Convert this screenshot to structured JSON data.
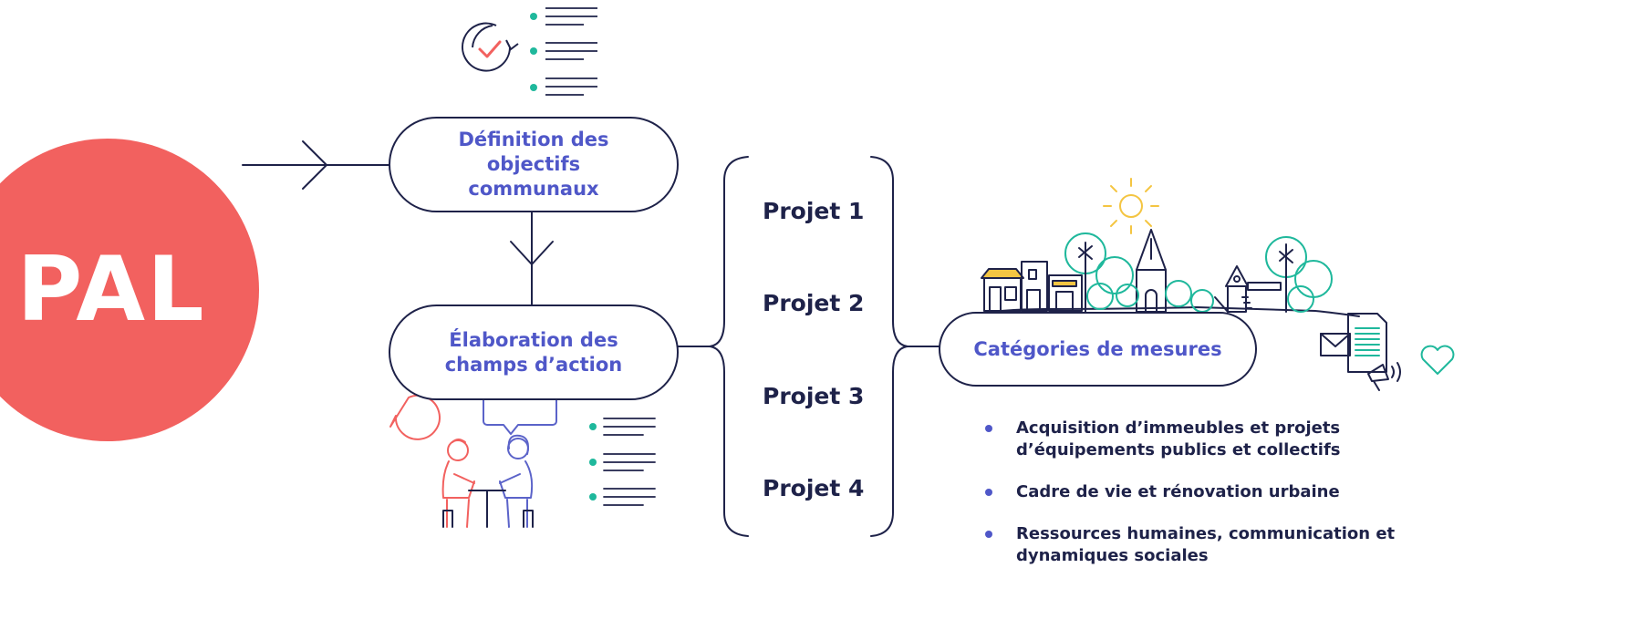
{
  "badge": {
    "label": "PAL",
    "color": "#f2615f"
  },
  "steps": {
    "definition": "Définition des objectifs communaux",
    "elaboration": "Élaboration des champs d’action"
  },
  "projets": [
    "Projet 1",
    "Projet 2",
    "Projet 3",
    "Projet 4"
  ],
  "categories": {
    "title": "Catégories de mesures",
    "items": [
      "Acquisition d’immeubles et projets d’équipements publics et collectifs",
      "Cadre de vie et rénovation urbaine",
      "Ressources humaines, communication et dynamiques sociales"
    ]
  },
  "colors": {
    "line": "#1e2249",
    "accent": "#4f57c8",
    "teal": "#1fb89c",
    "coral": "#f2615f",
    "sun": "#f4c542",
    "illustration": "#5b63c9"
  },
  "icons": [
    "checklist-icon",
    "refresh-check-icon",
    "conversation-illustration",
    "village-illustration",
    "sun-icon",
    "mail-icon",
    "document-icon",
    "megaphone-icon",
    "heart-icon"
  ]
}
